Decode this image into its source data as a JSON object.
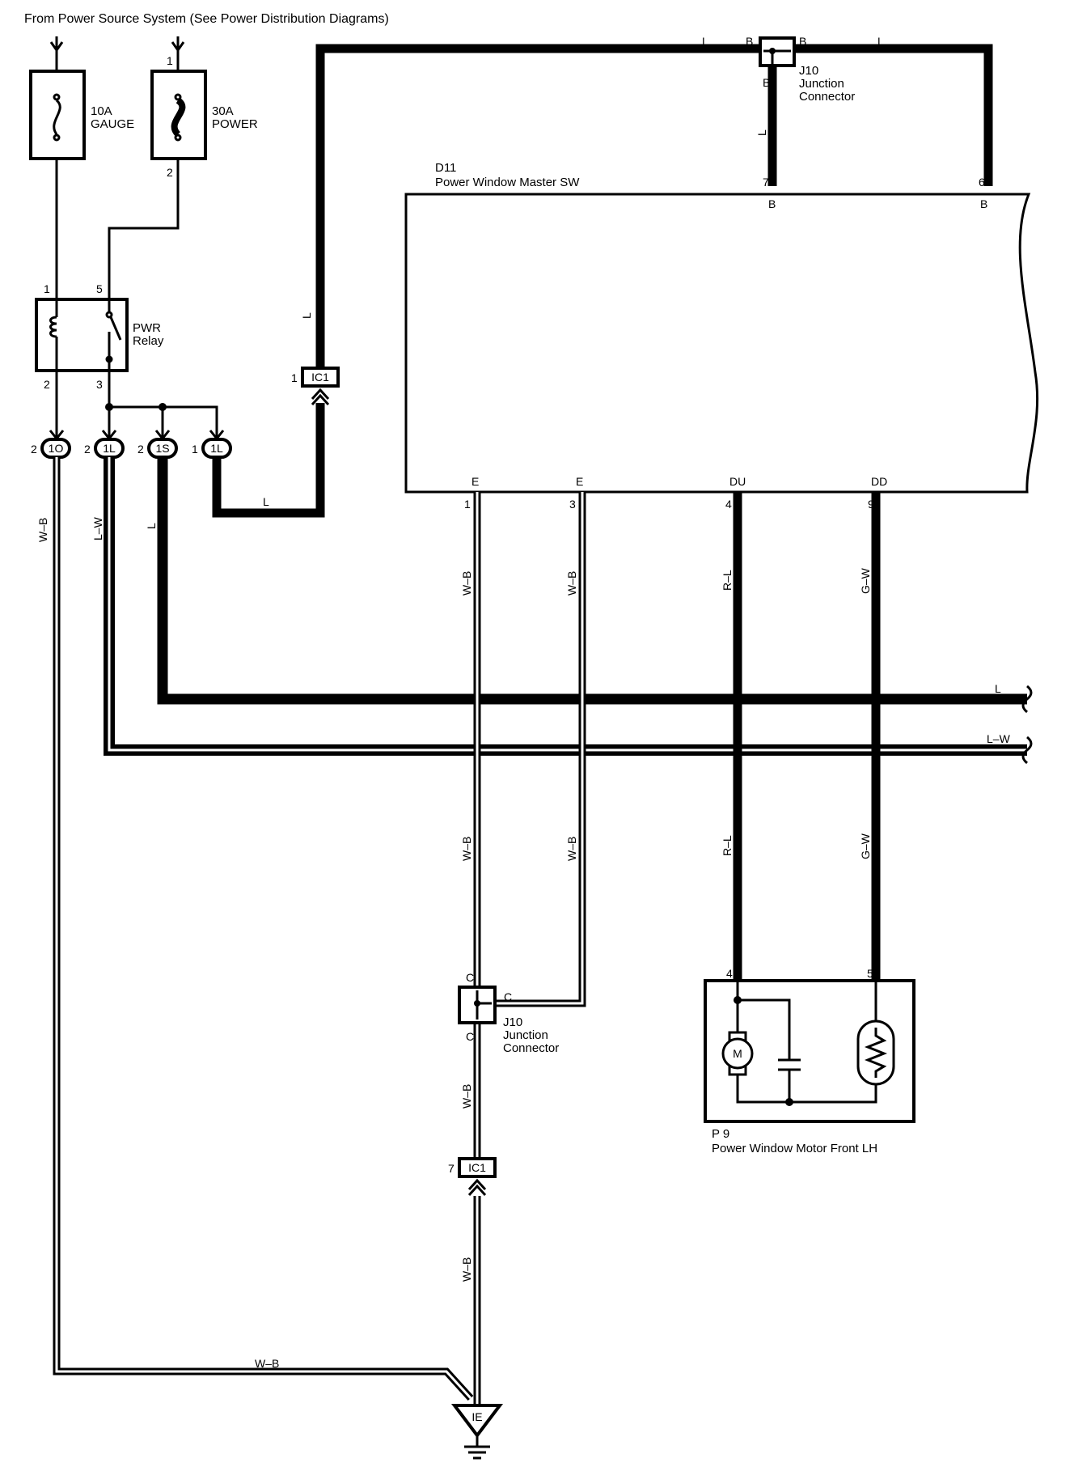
{
  "header": {
    "source_text": "From Power Source System (See Power Distribution Diagrams)"
  },
  "fuses": [
    {
      "line1": "10A",
      "line2": "GAUGE"
    },
    {
      "line1": "30A",
      "line2": "POWER",
      "pin_top": "1",
      "pin_bottom": "2"
    }
  ],
  "relay": {
    "line1": "PWR",
    "line2": "Relay",
    "pin1": "1",
    "pin5": "5",
    "pin2": "2",
    "pin3": "3"
  },
  "connectors": {
    "c10": {
      "label": "1O",
      "pin": "2"
    },
    "c1l_a": {
      "label": "1L",
      "pin": "2"
    },
    "c1s": {
      "label": "1S",
      "pin": "2"
    },
    "c1l_b": {
      "label": "1L",
      "pin": "1"
    },
    "ic1_top": {
      "label": "IC1",
      "pin": "1"
    },
    "ic1_bottom": {
      "label": "IC1",
      "pin": "7"
    }
  },
  "j10_top": {
    "id": "J10",
    "line1": "Junction",
    "line2": "Connector",
    "pin_left": "B",
    "pin_right": "B",
    "pin_bottom": "B"
  },
  "j10_bottom": {
    "id": "J10",
    "line1": "Junction",
    "line2": "Connector",
    "pin_top": "C",
    "pin_right": "C",
    "pin_bottom": "C"
  },
  "master_sw": {
    "id": "D11",
    "name": "Power Window Master SW",
    "pins_top": [
      {
        "num": "7",
        "term": "B"
      },
      {
        "num": "6",
        "term": "B"
      }
    ],
    "pins_bottom": [
      {
        "num": "1",
        "term": "E"
      },
      {
        "num": "3",
        "term": "E"
      },
      {
        "num": "4",
        "term": "DU"
      },
      {
        "num": "9",
        "term": "DD"
      }
    ]
  },
  "motor": {
    "id": "P 9",
    "name": "Power Window Motor Front LH",
    "pin_a": "4",
    "pin_b": "5",
    "symbol": "M"
  },
  "ground": {
    "label": "IE"
  },
  "wire_labels": {
    "l": "L",
    "lw": "L–W",
    "wb": "W–B",
    "rl": "R–L",
    "gw": "G–W"
  },
  "colors": {
    "ink": "#000000",
    "paper": "#ffffff"
  },
  "icons": [
    "arrow-down-icon",
    "fuse-icon",
    "relay-coil-icon",
    "relay-switch-icon",
    "motor-icon",
    "capacitor-icon",
    "thermistor-icon",
    "ground-icon"
  ]
}
